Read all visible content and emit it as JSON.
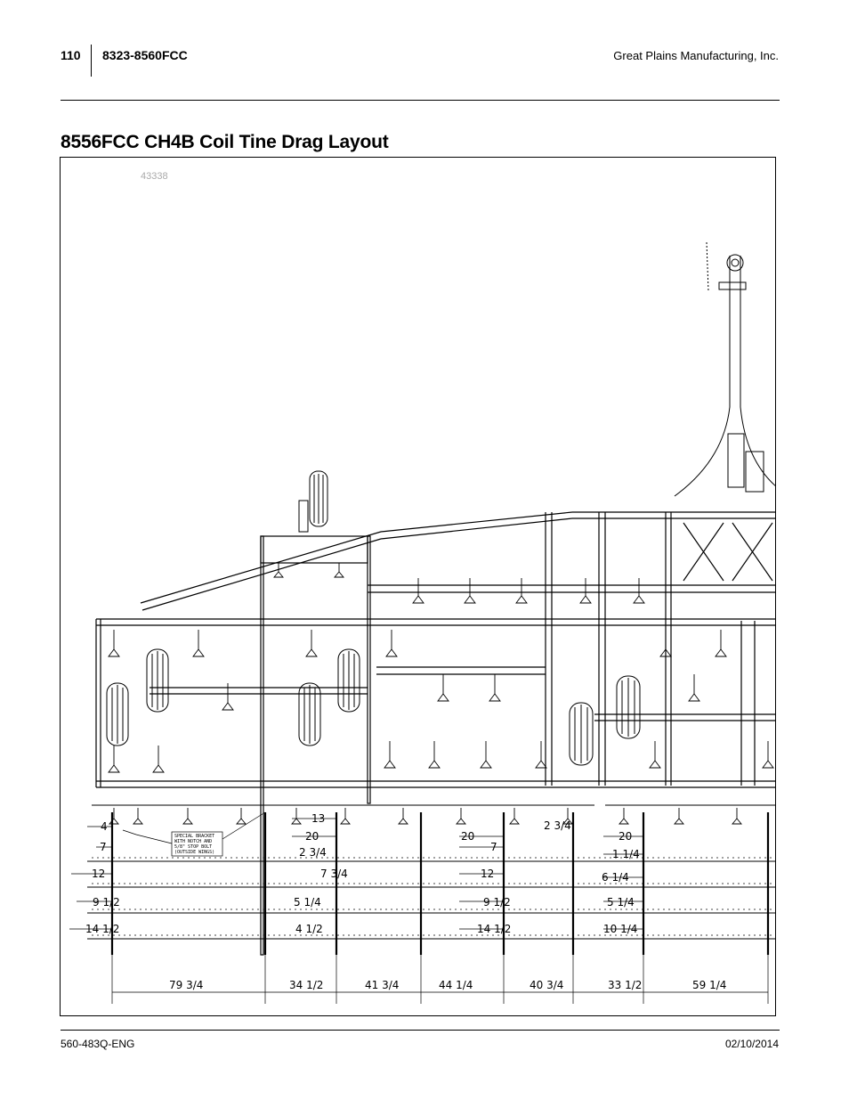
{
  "header": {
    "page_number": "110",
    "model": "8323-8560FCC",
    "company": "Great Plains Manufacturing, Inc."
  },
  "title": "8556FCC CH4B Coil Tine Drag Layout",
  "figure": {
    "id": "43338",
    "note_lines": [
      "SPECIAL BRACKET",
      "WITH NOTCH AND",
      "5/8\" STOP BOLT",
      "(OUTSIDE WINGS)"
    ],
    "dimensions": {
      "left_4": "4",
      "left_7": "7",
      "left_12": "12",
      "left_9_1_2": "9 1/2",
      "left_14_1_2": "14 1/2",
      "mid_13": "13",
      "mid_20": "20",
      "mid_2_3_4": "2 3/4",
      "mid_7_3_4": "7 3/4",
      "mid_5_1_4": "5 1/4",
      "mid_4_1_2": "4 1/2",
      "c_20": "20",
      "c_7": "7",
      "c_12": "12",
      "c_9_1_2": "9 1/2",
      "c_14_1_2": "14 1/2",
      "c_2_3_4": "2 3/4",
      "r_20": "20",
      "r_1_1_4": "1 1/4",
      "r_6_1_4": "6 1/4",
      "r_5_1_4": "5 1/4",
      "r_10_1_4": "10 1/4",
      "bottom": [
        "79 3/4",
        "34 1/2",
        "41 3/4",
        "44 1/4",
        "40 3/4",
        "33 1/2",
        "59 1/4"
      ]
    }
  },
  "footer": {
    "doc_number": "560-483Q-ENG",
    "date": "02/10/2014"
  }
}
